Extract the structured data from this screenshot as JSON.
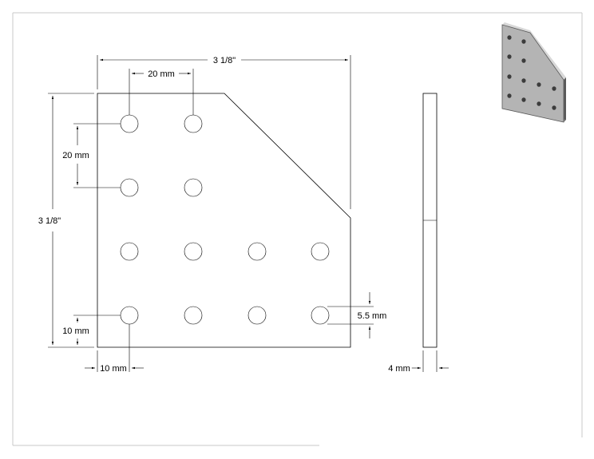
{
  "drawing": {
    "dimensions": {
      "overall_width": "3 1/8\"",
      "overall_height": "3 1/8\"",
      "hole_pitch_horizontal": "20 mm",
      "hole_pitch_vertical": "20 mm",
      "edge_offset_bottom": "10 mm",
      "edge_offset_left": "10 mm",
      "hole_diameter": "5.5 mm",
      "thickness": "4 mm"
    },
    "views": [
      "front-view",
      "side-view",
      "isometric-view"
    ],
    "hole_grid": [
      {
        "row": 1,
        "holes": 2
      },
      {
        "row": 2,
        "holes": 2
      },
      {
        "row": 3,
        "holes": 4
      },
      {
        "row": 4,
        "holes": 4
      }
    ],
    "colors": {
      "line": "#000000",
      "iso_face": "#b4b4b4",
      "iso_edge": "#5a5a5a",
      "iso_hole": "#3c3c3c"
    }
  }
}
